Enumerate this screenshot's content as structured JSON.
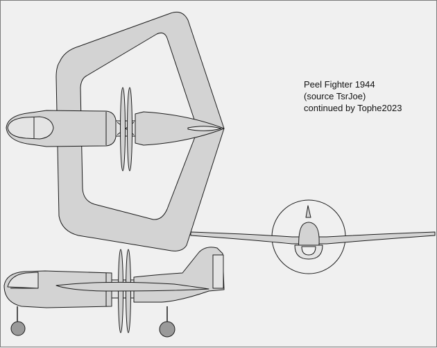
{
  "caption": {
    "line1": "Peel Fighter 1944",
    "line2": "(source TsrJoe)",
    "line3": "continued by Tophe2023"
  },
  "colors": {
    "background": "#f0f0f0",
    "fill": "#d3d3d3",
    "light_fill": "#e4e4e4",
    "tire": "#9a9a9a",
    "stroke": "#1a1a1a"
  }
}
